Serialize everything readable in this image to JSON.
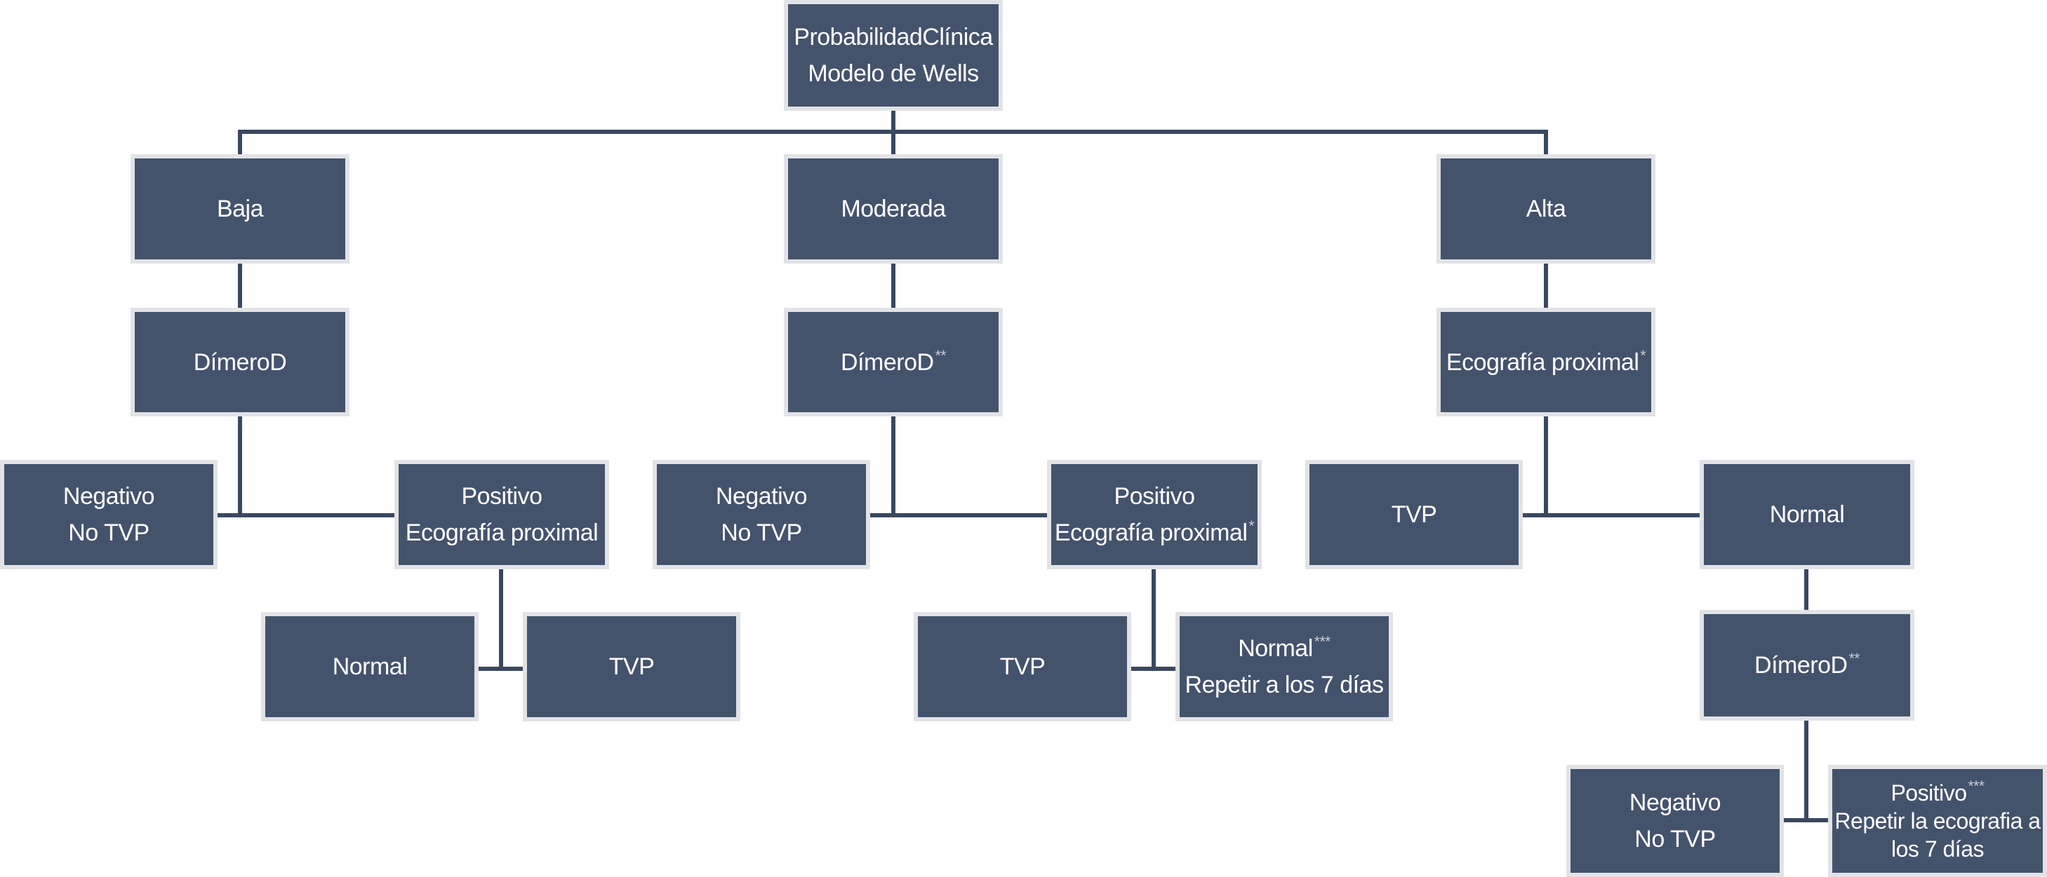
{
  "diagram": {
    "root": {
      "line1": "ProbabilidadClínica",
      "line2": "Modelo de Wells"
    },
    "baja": {
      "label": "Baja",
      "test": "DímeroD",
      "negative": {
        "line1": "Negativo",
        "line2": "No TVP"
      },
      "positive": {
        "line1": "Positivo",
        "line2": "Ecografía proximal"
      },
      "normal": "Normal",
      "tvp": "TVP"
    },
    "moderada": {
      "label": "Moderada",
      "test": "DímeroD",
      "test_mark": "**",
      "negative": {
        "line1": "Negativo",
        "line2": "No TVP"
      },
      "positive": {
        "line1": "Positivo",
        "line2": "Ecografía proximal",
        "mark": "*"
      },
      "tvp": "TVP",
      "normal": {
        "line1": "Normal",
        "mark": "***",
        "line2": "Repetir a los 7 días"
      }
    },
    "alta": {
      "label": "Alta",
      "test": "Ecografía proximal",
      "test_mark": "*",
      "tvp": "TVP",
      "normal": "Normal",
      "dimer": "DímeroD",
      "dimer_mark": "**",
      "negative": {
        "line1": "Negativo",
        "line2": "No TVP"
      },
      "positive": {
        "line1": "Positivo",
        "mark": "***",
        "line2": "Repetir la ecografia a",
        "line3": "los 7 días"
      }
    },
    "colors": {
      "box_fill": "#44536c",
      "box_border": "#e1e3e6",
      "connector": "#3a4860",
      "text": "#ffffff"
    }
  }
}
